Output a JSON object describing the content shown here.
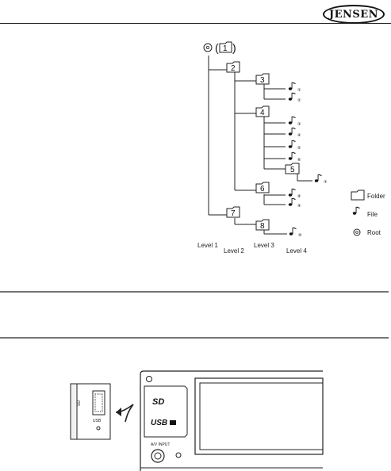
{
  "header": {
    "brand": "JENSEN"
  },
  "tree": {
    "root_folder": "1",
    "folders": [
      "2",
      "3",
      "4",
      "5",
      "6",
      "7",
      "8"
    ],
    "levels": [
      "Level 1",
      "Level 2",
      "Level 3",
      "Level 4"
    ],
    "file_indices": [
      "①",
      "②",
      "③",
      "④",
      "⑤",
      "⑥",
      "⑦",
      "⑧",
      "⑨",
      "⑩"
    ]
  },
  "legend": {
    "folder": "Folder",
    "file": "File",
    "root": "Root"
  },
  "device": {
    "sd_label": "SD",
    "usb_label": "USB",
    "av_input_label": "A/V INPUT"
  },
  "icons": [
    "brand-logo",
    "folder-icon",
    "music-note-icon",
    "root-disc-icon",
    "arrow-icon"
  ]
}
